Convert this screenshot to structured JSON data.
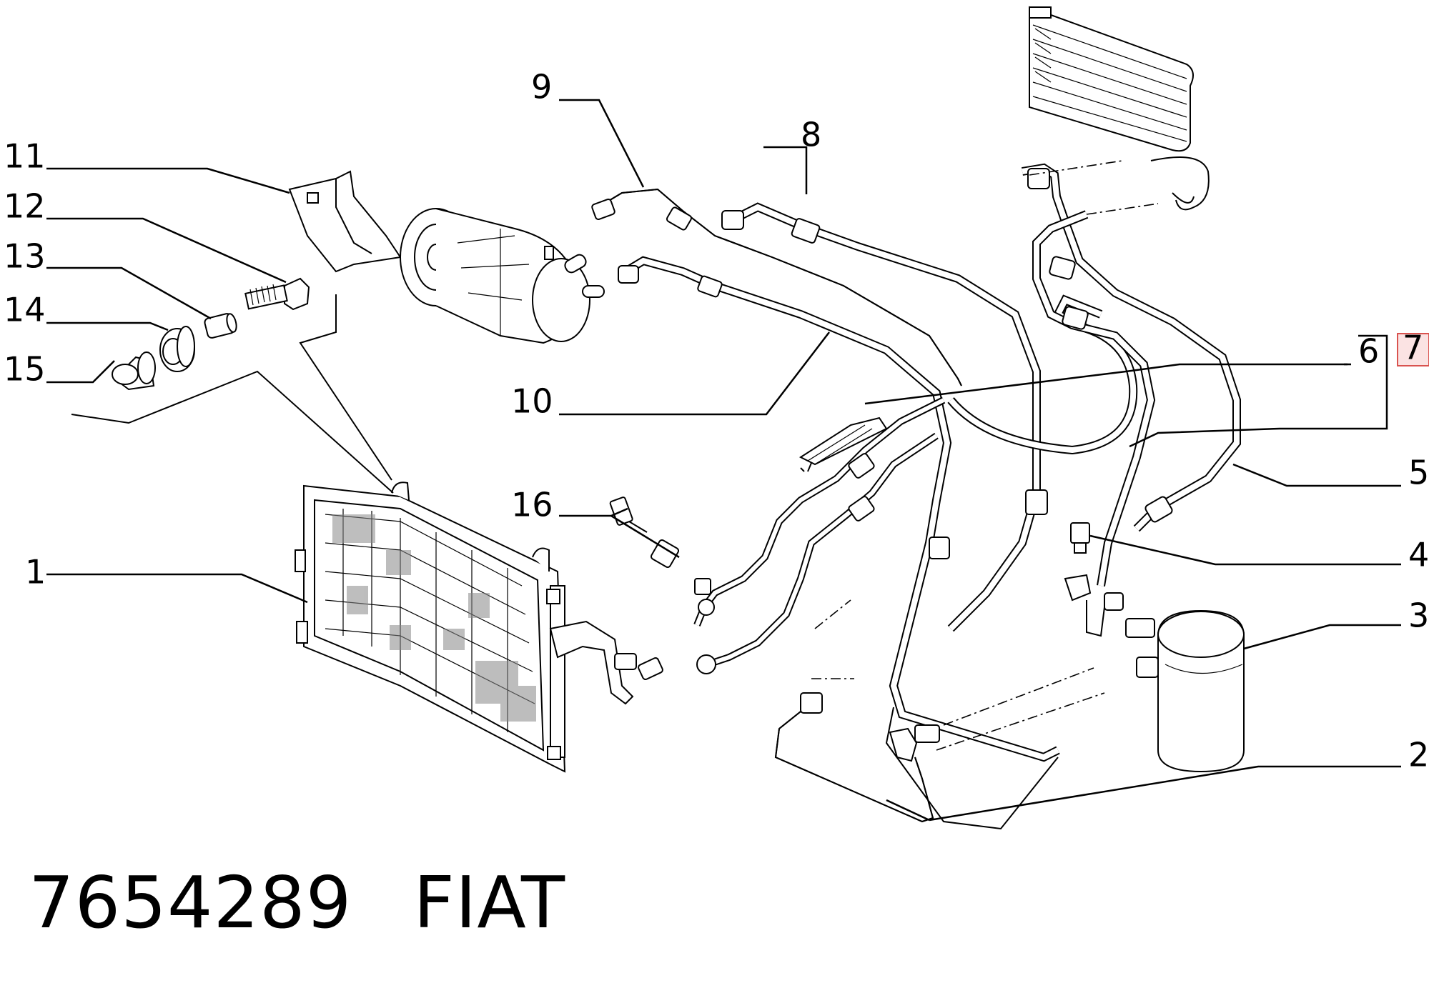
{
  "callouts": [
    "1",
    "2",
    "3",
    "4",
    "5",
    "6",
    "7",
    "8",
    "9",
    "10",
    "11",
    "12",
    "13",
    "14",
    "15",
    "16"
  ],
  "footer": {
    "part_number": "7654289",
    "brand": "FIAT"
  },
  "colors": {
    "highlight_box": "#d9534f",
    "highlight_fill": "#fbe3e3",
    "ink": "#000000"
  }
}
